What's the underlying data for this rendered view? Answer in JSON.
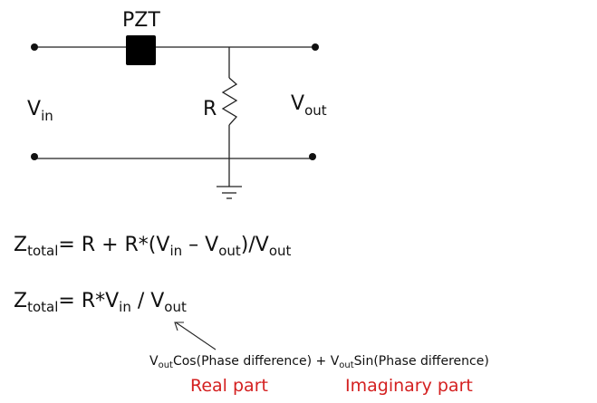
{
  "circuit": {
    "component_label": "PZT",
    "resistor_label": "R",
    "vin": {
      "main": "V",
      "sub": "in"
    },
    "vout": {
      "main": "V",
      "sub": "out"
    }
  },
  "equations": [
    {
      "lhs_main": "Z",
      "lhs_sub": "total",
      "rhs": {
        "p1": "= R + R*(V",
        "s1": "in",
        "p2": " – V",
        "s2": "out",
        "p3": ")/V",
        "s3": "out"
      }
    },
    {
      "lhs_main": "Z",
      "lhs_sub": "total",
      "rhs": {
        "p1": "= R*V",
        "s1": "in",
        "p2": " / V",
        "s2": "out"
      }
    }
  ],
  "annotation": {
    "v1": "V",
    "v1_sub": "out",
    "t1": "Cos(Phase difference) + ",
    "v2": "V",
    "v2_sub": "out",
    "t2": "Sin(Phase difference)",
    "real_label": "Real part",
    "imag_label": "Imaginary part",
    "label_color": "#d42020"
  }
}
